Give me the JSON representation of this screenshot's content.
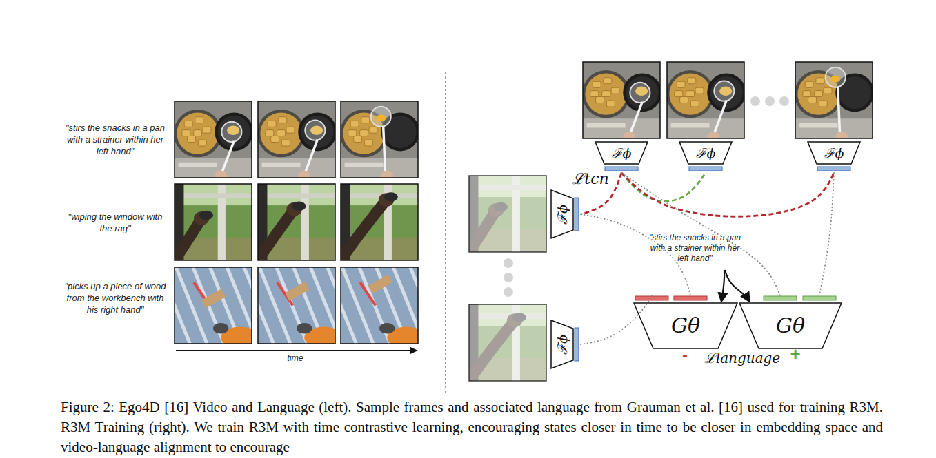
{
  "diagram": {
    "caption": "Figure 2: Ego4D [16] Video and Language (left). Sample frames and associated language from Grauman et al. [16] used for training R3M. R3M Training (right). We train R3M with time contrastive learning, encouraging states closer in time to be closer in embedding space and video-language alignment to encourage",
    "nodes": [
      {
        "text": [
          "ℱϕ"
        ]
      },
      {
        "text": [
          "ℱϕ"
        ]
      },
      {
        "text": [
          "ℱϕ"
        ]
      },
      {
        "text": [
          "ℱϕ"
        ]
      },
      {
        "text": [
          "ℱϕ"
        ]
      },
      {
        "text": [
          "Gθ"
        ]
      },
      {
        "text": [
          "Gθ"
        ]
      }
    ],
    "edges": [
      {
        "from": 0,
        "to": 3,
        "arrow": "none"
      },
      {
        "from": 0,
        "to": 1,
        "arrow": "none"
      },
      {
        "from": 0,
        "to": 2,
        "arrow": "none"
      },
      {
        "from": 3,
        "to": 5,
        "arrow": "none"
      },
      {
        "from": 4,
        "to": 5,
        "arrow": "none"
      },
      {
        "from": 0,
        "to": 6,
        "arrow": "none"
      },
      {
        "from": 2,
        "to": 6,
        "arrow": "none"
      }
    ],
    "labels": [
      "\"stirs the snacks in a pan with a strainer within her left hand\"",
      "\"wiping the window with the rag\"",
      "\"picks up a piece of wood from the workbench with his right hand\"",
      "time",
      "ℒtcn",
      "\"stirs the snacks in a pan with a strainer within her left hand\"",
      "-",
      "ℒlanguage",
      "+"
    ]
  }
}
